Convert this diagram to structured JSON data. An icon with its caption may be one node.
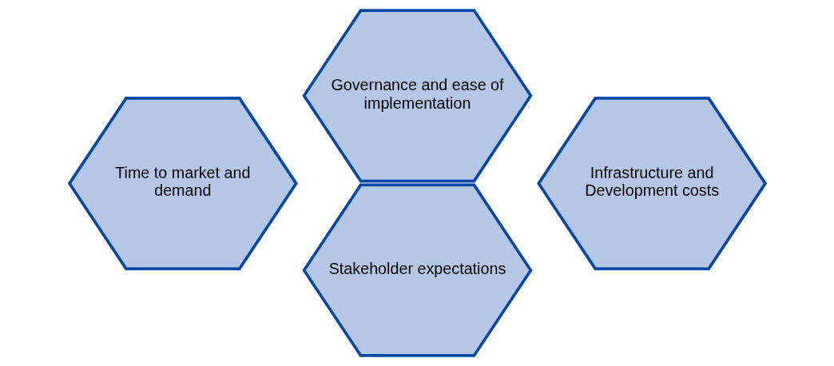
{
  "diagram": {
    "nodes": [
      {
        "text": [
          "Governance and ease of implementation"
        ]
      },
      {
        "text": [
          "Time to market and demand"
        ]
      },
      {
        "text": [
          "Infrastructure and Development costs"
        ]
      },
      {
        "text": [
          "Stakeholder expectations"
        ]
      }
    ],
    "edges": []
  }
}
